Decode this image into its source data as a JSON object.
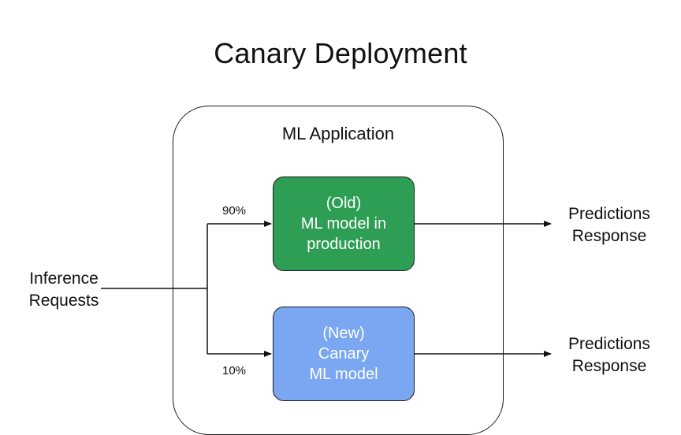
{
  "title": "Canary Deployment",
  "app": {
    "label": "ML Application"
  },
  "input": {
    "line1": "Inference",
    "line2": "Requests"
  },
  "routing": {
    "old_share": "90%",
    "new_share": "10%"
  },
  "models": {
    "old": {
      "line1": "(Old)",
      "line2": "ML model in",
      "line3": "production",
      "color": "#2f9e55"
    },
    "new": {
      "line1": "(New)",
      "line2": "Canary",
      "line3": "ML model",
      "color": "#7aa6f2"
    }
  },
  "outputs": {
    "top": {
      "line1": "Predictions",
      "line2": "Response"
    },
    "bottom": {
      "line1": "Predictions",
      "line2": "Response"
    }
  }
}
